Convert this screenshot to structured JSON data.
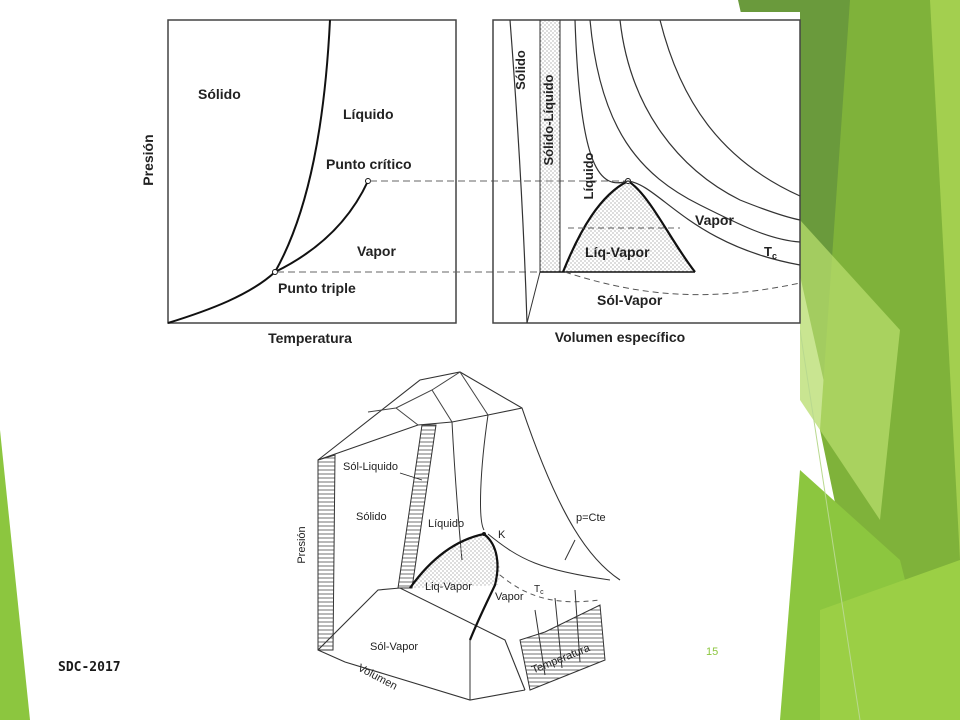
{
  "slide": {
    "footer_label": "SDC-2017",
    "page_number": "15",
    "accent_colors": {
      "green_dark": "#6a9a3c",
      "green_mid": "#7fb23a",
      "green_light": "#a3cf4f"
    }
  },
  "pt_diagram": {
    "ylabel": "Presión",
    "xlabel": "Temperatura",
    "regions": {
      "solid": "Sólido",
      "liquid": "Líquido",
      "vapor": "Vapor"
    },
    "points": {
      "critical": "Punto crítico",
      "triple": "Punto triple"
    }
  },
  "pv_diagram": {
    "xlabel": "Volumen específico",
    "regions": {
      "solid": "Sólido",
      "solid_liquid": "Sólido-Líquido",
      "liquid": "Líquido",
      "liq_vapor": "Líq-Vapor",
      "sol_vapor": "Sól-Vapor",
      "vapor": "Vapor",
      "tc_main": "T",
      "tc_sub": "c"
    }
  },
  "pvt_surface": {
    "axes": {
      "pressure": "Presión",
      "volume": "Volumen",
      "temperature": "Temperatura"
    },
    "regions": {
      "sol_liquido": "Sól-Liquido",
      "solido": "Sólido",
      "liquido": "Líquido",
      "liq_vapor": "Liq-Vapor",
      "vapor": "Vapor",
      "sol_vapor": "Sól-Vapor",
      "critical_point": "K",
      "tc_main": "T",
      "tc_sub": "c",
      "isobar": "p=Cte"
    }
  }
}
